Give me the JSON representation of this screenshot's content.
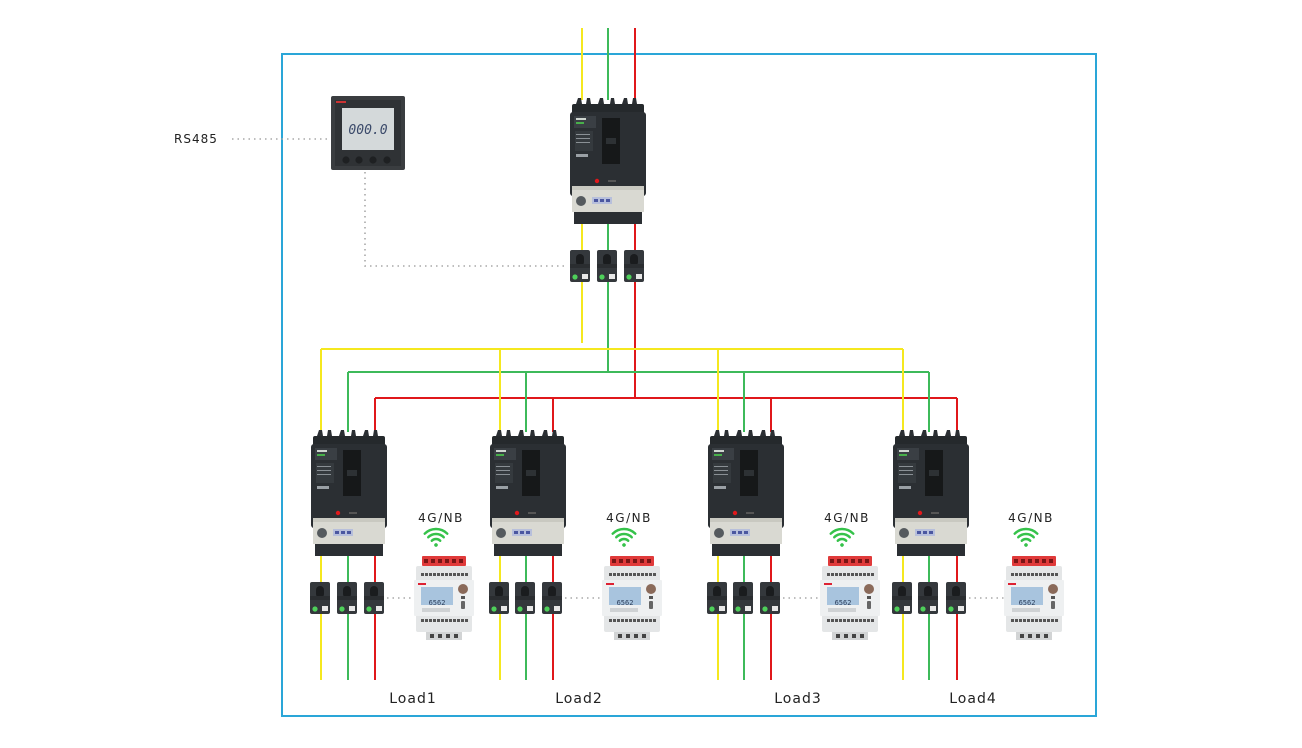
{
  "diagram": {
    "title": "Distribution panel metering system",
    "colors": {
      "frame": "#2aa6d8",
      "phase_a": "#f5e81f",
      "phase_b": "#3dba5a",
      "phase_c": "#e0181b",
      "comm_dotted": "#a8a8a8",
      "breaker_body": "#2b2f33",
      "wifi": "#35c24a",
      "label": "#222222"
    },
    "rs485_label": "RS485",
    "panel_meter": {
      "name": "Panel multifunction meter",
      "display_value": "000.0",
      "interface": "RS485"
    },
    "main_breaker": {
      "name": "Main incoming MCCB",
      "current_transformers": 3
    },
    "phases": [
      "L1",
      "L2",
      "L3"
    ],
    "branches": [
      {
        "load_label": "Load1",
        "wireless_label": "4G/NB",
        "meter_display": "6562",
        "current_transformers": 3
      },
      {
        "load_label": "Load2",
        "wireless_label": "4G/NB",
        "meter_display": "6562",
        "current_transformers": 3
      },
      {
        "load_label": "Load3",
        "wireless_label": "4G/NB",
        "meter_display": "6562",
        "current_transformers": 3
      },
      {
        "load_label": "Load4",
        "wireless_label": "4G/NB",
        "meter_display": "6562",
        "current_transformers": 3
      }
    ]
  }
}
